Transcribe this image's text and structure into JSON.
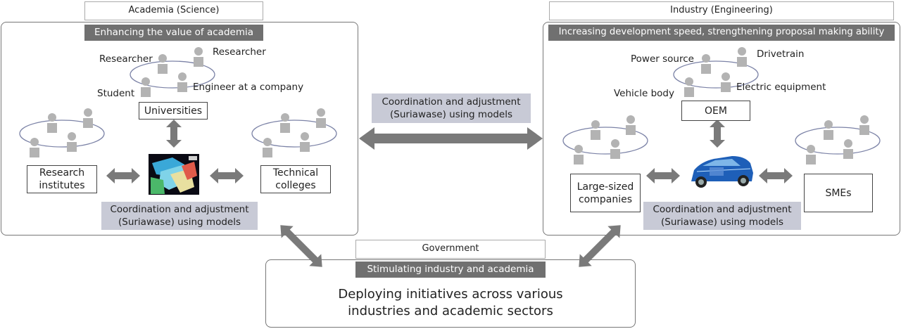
{
  "academia": {
    "tab": "Academia (Science)",
    "band": "Enhancing the value of academia",
    "labels": {
      "researcher_left": "Researcher",
      "researcher_right": "Researcher",
      "student": "Student",
      "engineer": "Engineer at a company"
    },
    "universities": "Universities",
    "research_institutes": "Research\ninstitutes",
    "technical_colleges": "Technical\ncolleges",
    "coordination": "Coordination and adjustment\n(Suriawase) using models"
  },
  "industry": {
    "tab": "Industry (Engineering)",
    "band": "Increasing development speed, strengthening proposal making ability",
    "labels": {
      "power_source": "Power source",
      "drivetrain": "Drivetrain",
      "vehicle_body": "Vehicle body",
      "electric_equipment": "Electric equipment"
    },
    "oem": "OEM",
    "large_companies": "Large-sized\ncompanies",
    "smes": "SMEs",
    "coordination": "Coordination and adjustment\n(Suriawase) using models"
  },
  "center": {
    "coordination": "Coordination and adjustment\n(Suriawase) using models"
  },
  "government": {
    "tab": "Government",
    "band": "Stimulating industry and academia",
    "text": "Deploying initiatives across various\nindustries and academic sectors"
  },
  "colors": {
    "band": "#707070",
    "arrow": "#7a7a7a",
    "person": "#b3b3b3",
    "coordination_bg": "#c8cad6"
  },
  "icons": [
    "person-icon",
    "double-arrow-icon",
    "simulation-image",
    "car-image"
  ]
}
